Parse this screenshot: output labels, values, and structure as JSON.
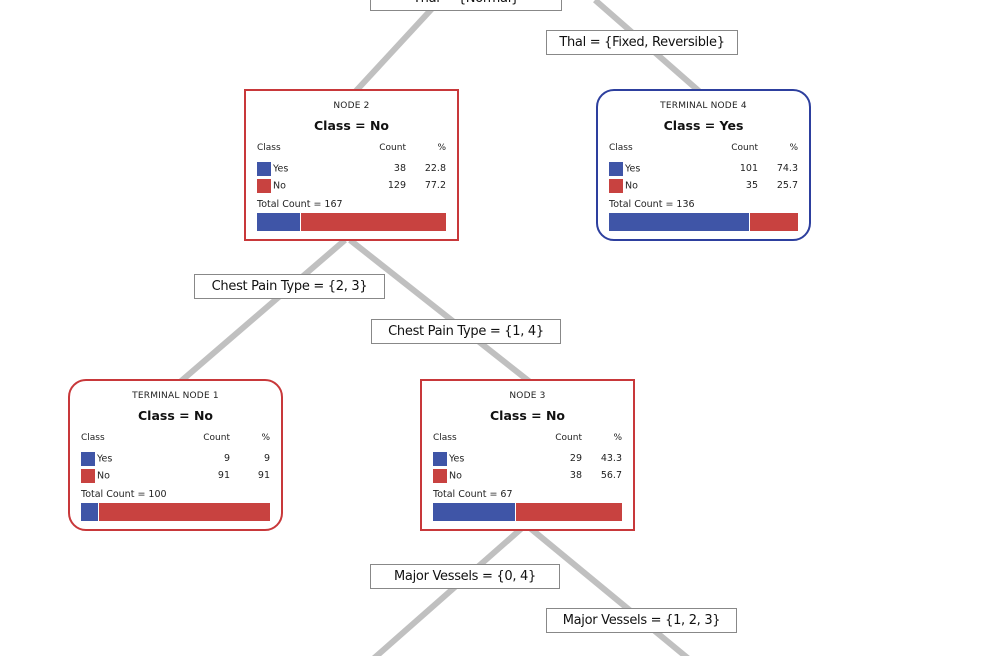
{
  "colors": {
    "yes": "#3f55a7",
    "no": "#c84240",
    "edge": "#c0c0c0"
  },
  "headers": {
    "class": "Class",
    "count": "Count",
    "pct": "%"
  },
  "split_labels": {
    "thal_normal": "Thal = {Normal}",
    "thal_fixed": "Thal = {Fixed, Reversible}",
    "cpt_23": "Chest Pain Type = {2, 3}",
    "cpt_14": "Chest Pain Type = {1, 4}",
    "mv_04": "Major Vessels = {0, 4}",
    "mv_123": "Major Vessels = {1, 2, 3}"
  },
  "nodes": {
    "node2": {
      "title": "NODE 2",
      "class": "Class = No",
      "yes_label": "Yes",
      "yes_count": "38",
      "yes_pct": "22.8",
      "no_label": "No",
      "no_count": "129",
      "no_pct": "77.2",
      "total": "Total Count = 167",
      "yes_frac": 0.228
    },
    "node4": {
      "title": "TERMINAL NODE 4",
      "class": "Class = Yes",
      "yes_label": "Yes",
      "yes_count": "101",
      "yes_pct": "74.3",
      "no_label": "No",
      "no_count": "35",
      "no_pct": "25.7",
      "total": "Total Count = 136",
      "yes_frac": 0.743
    },
    "node1": {
      "title": "TERMINAL NODE 1",
      "class": "Class = No",
      "yes_label": "Yes",
      "yes_count": "9",
      "yes_pct": "9",
      "no_label": "No",
      "no_count": "91",
      "no_pct": "91",
      "total": "Total Count = 100",
      "yes_frac": 0.09
    },
    "node3": {
      "title": "NODE 3",
      "class": "Class = No",
      "yes_label": "Yes",
      "yes_count": "29",
      "yes_pct": "43.3",
      "no_label": "No",
      "no_count": "38",
      "no_pct": "56.7",
      "total": "Total Count = 67",
      "yes_frac": 0.433
    }
  }
}
